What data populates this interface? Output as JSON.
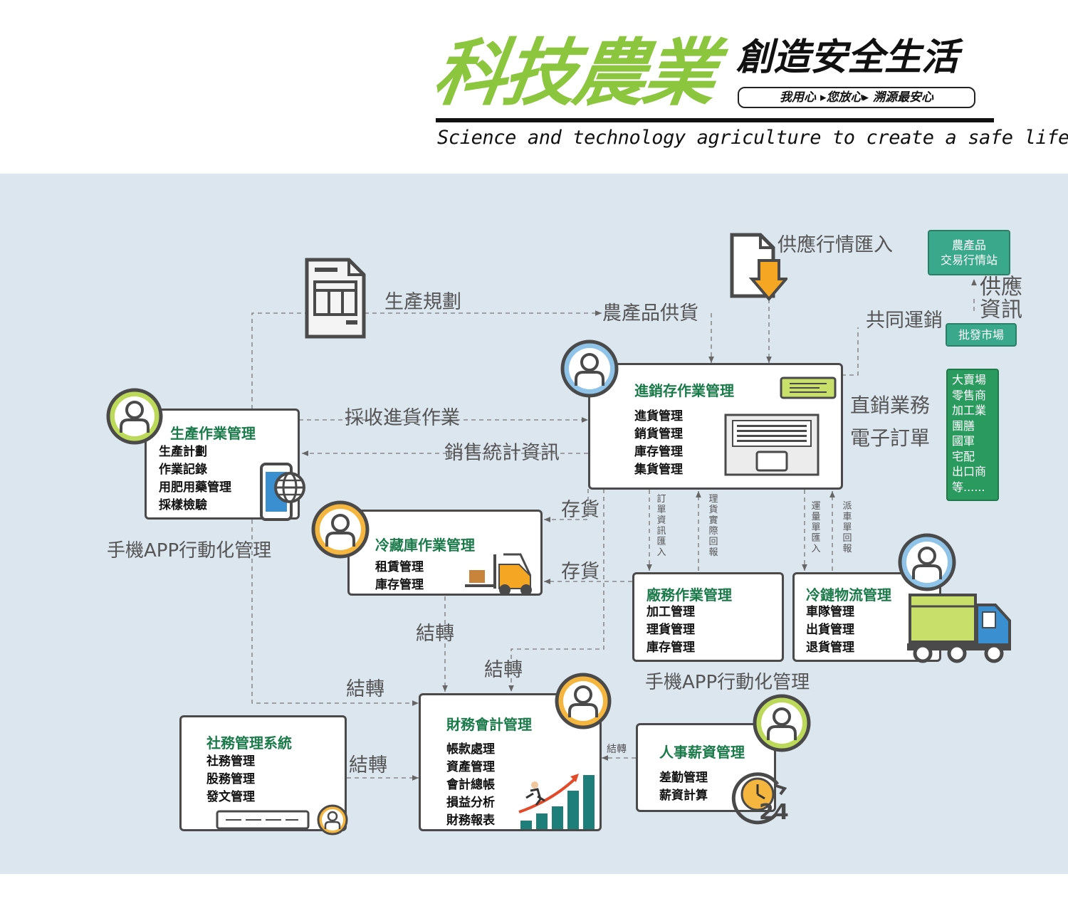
{
  "header": {
    "title": "科技農業",
    "subtitle": "創造安全生活",
    "tagline": "我用心 ▸您放心▸ 溯源最安心",
    "english": "Science and technology agriculture to create a safe life"
  },
  "colors": {
    "lime": "#8cc63f",
    "teal": "#3aa88a",
    "green_title": "#1a7a4a",
    "panel_bg": "#dce6ef",
    "orange": "#f5a623"
  },
  "boxes": {
    "production": {
      "title": "生產作業管理",
      "items": [
        "生產計劃",
        "作業記錄",
        "用肥用藥管理",
        "採樣檢驗"
      ]
    },
    "inventory": {
      "title": "進銷存作業管理",
      "items": [
        "進貨管理",
        "銷貨管理",
        "庫存管理",
        "集貨管理"
      ]
    },
    "cold_storage": {
      "title": "冷藏庫作業管理",
      "items": [
        "租賃管理",
        "庫存管理"
      ]
    },
    "factory": {
      "title": "廠務作業管理",
      "items": [
        "加工管理",
        "理貨管理",
        "庫存管理"
      ]
    },
    "logistics": {
      "title": "冷鏈物流管理",
      "items": [
        "車隊管理",
        "出貨管理",
        "退貨管理"
      ]
    },
    "finance": {
      "title": "財務會計管理",
      "items": [
        "帳款處理",
        "資產管理",
        "會計總帳",
        "損益分析",
        "財務報表"
      ]
    },
    "coop": {
      "title": "社務管理系統",
      "items": [
        "社務管理",
        "股務管理",
        "發文管理"
      ]
    },
    "hr": {
      "title": "人事薪資管理",
      "items": [
        "差勤管理",
        "薪資計算"
      ]
    }
  },
  "labels": {
    "plan": "生產規劃",
    "supply": "農產品供貨",
    "market_in": "供應行情匯入",
    "co_transport": "共同運銷",
    "supply_info": "供應資訊",
    "direct_sales": "直銷業務",
    "e_order": "電子訂單",
    "purchase": "採收進貨作業",
    "sales_stats": "銷售統計資訊",
    "stock1": "存貨",
    "stock2": "存貨",
    "mobile1": "手機APP行動化管理",
    "mobile2": "手機APP行動化管理",
    "transfer1": "結轉",
    "transfer2": "結轉",
    "transfer3": "結轉",
    "transfer4": "結轉",
    "transfer_small": "結轉",
    "order_import": "訂單資訊匯入",
    "sorting_report": "理貨實際回報",
    "freight_import": "運量單匯入",
    "dispatch_report": "派車單回報"
  },
  "side": {
    "market_station": [
      "農產品",
      "交易行情站"
    ],
    "wholesale": "批發市場",
    "channels": [
      "大賣場",
      "零售商",
      "加工業",
      "團膳",
      "國軍",
      "宅配",
      "出口商",
      "等......"
    ]
  },
  "icons": {
    "spreadsheet": "spreadsheet-icon",
    "document_download": "document-download-icon",
    "user": "user-avatar-icon",
    "phone_globe": "phone-globe-icon",
    "laptop": "laptop-icon",
    "message": "message-icon",
    "forklift": "forklift-icon",
    "truck": "truck-icon",
    "growth_chart": "growth-chart-icon",
    "clock_24": "clock-24-icon",
    "chat_bar": "chat-bar-icon"
  },
  "clock_number": "24"
}
